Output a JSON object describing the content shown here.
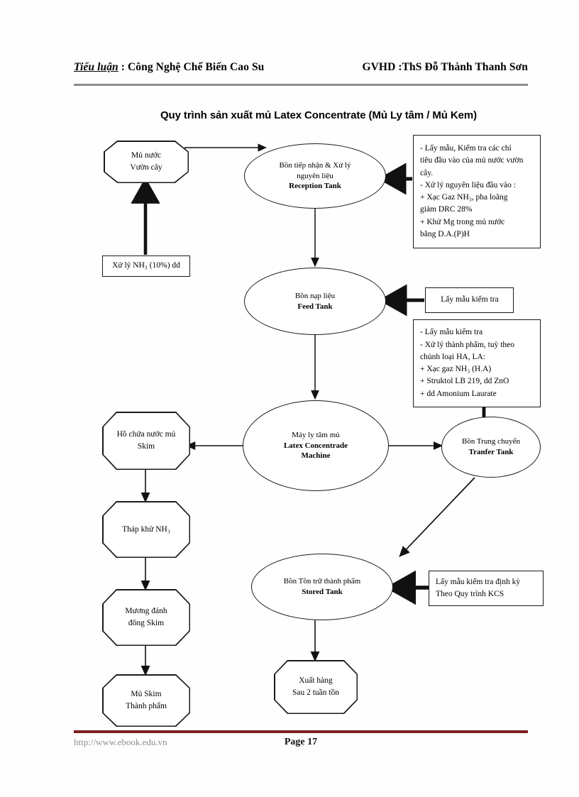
{
  "header": {
    "left_emphasis": "Tiểu luận",
    "left_rest": " : Công Nghệ Chế Biến Cao Su",
    "right": "GVHD :ThS Đỗ Thành Thanh Sơn"
  },
  "footer": {
    "url": "http://www.ebook.edu.vn",
    "page": "Page 17"
  },
  "diagram": {
    "title": "Quy trình sản xuất mủ Latex Concentrate (Mủ Ly tâm / Mủ Kem)",
    "nodes": {
      "latex_field": {
        "shape": "octagon",
        "line1": "Mủ nước",
        "line2": "Vườn cây"
      },
      "nh3_treat": {
        "shape": "rect",
        "line1": "Xử lý NH₃ (10%) dd"
      },
      "reception_tank": {
        "shape": "ellipse",
        "line1": "Bồn tiếp nhận & Xử lý",
        "line2": "nguyên liệu",
        "line3": "Reception Tank"
      },
      "feed_tank": {
        "shape": "ellipse",
        "line1": "Bồn nạp liệu",
        "line2": "Feed Tank"
      },
      "skim_pool": {
        "shape": "octagon",
        "line1": "Hồ chứa nước mủ",
        "line2": "Skim"
      },
      "latex_machine": {
        "shape": "ellipse",
        "line1": "Máy ly tâm mủ",
        "line2": "Latex Concentrade",
        "line3": "Machine"
      },
      "transfer_tank": {
        "shape": "ellipse",
        "line1": "Bồn Trung chuyển",
        "line2": "Tranfer Tank"
      },
      "nh3_tower": {
        "shape": "octagon",
        "line1": "Tháp khử NH₃"
      },
      "coagulation_channel": {
        "shape": "octagon",
        "line1": "Mương đánh",
        "line2": "đông Skim"
      },
      "skim_product": {
        "shape": "octagon",
        "line1": "Mủ Skim",
        "line2": "Thành phẩm"
      },
      "stored_tank": {
        "shape": "ellipse",
        "line1": "Bồn Tồn trữ thành phẩm",
        "line2": "Stored Tank"
      },
      "shipping": {
        "shape": "octagon",
        "line1": "Xuất hàng",
        "line2": "Sau 2 tuần tồn"
      }
    },
    "notes": {
      "reception_note": {
        "lines": [
          "- Lấy mẫu, Kiểm tra các chỉ",
          "tiêu đầu vào của mủ nước vườn",
          "cây.",
          "- Xử lý nguyên liệu đầu vào :",
          "  + Xạc Gaz NH₃, pha loãng",
          "giảm DRC 28%",
          "   + Khử Mg trong mủ nước",
          "bằng D.A.(P)H"
        ]
      },
      "feed_note": {
        "lines": [
          "Lấy mẫu kiểm tra"
        ]
      },
      "process_note": {
        "lines": [
          "- Lấy mẫu kiểm tra",
          "- Xử lý thành phẩm, tuỳ theo",
          "chủnh loại HA, LA:",
          "  + Xạc gaz NH₃ (H.A)",
          "  + Struktol LB 219, dd ZnO",
          "  + dd Amonium Laurate"
        ]
      },
      "kcs_note": {
        "lines": [
          "Lấy mẫu kiểm tra định kỳ",
          "Theo Quy trình KCS"
        ]
      }
    }
  }
}
